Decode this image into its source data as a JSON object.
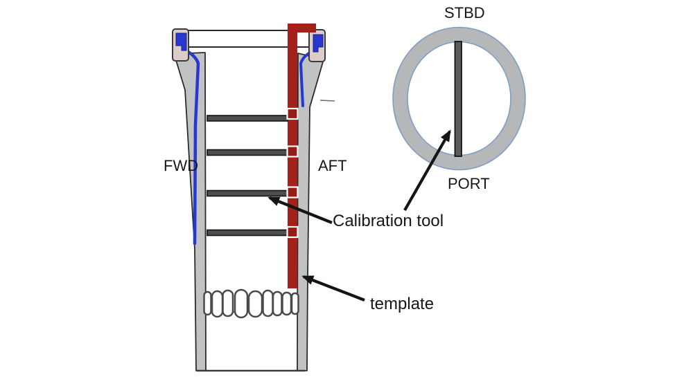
{
  "figure_labels": {
    "fwd": "FWD",
    "aft": "AFT",
    "stbd": "STBD",
    "port": "PORT"
  },
  "annotations": {
    "calibration_tool": "Calibration tool",
    "template": "template"
  },
  "counts": {
    "calibration_tool_bars": 4,
    "template_windows": 4,
    "rollers": 9
  },
  "colors": {
    "template_red": "#a32119",
    "template_window_red": "#941d15",
    "structure_gray": "#c1c2c4",
    "flange_beige": "#dccdc9",
    "seal_blue": "#2737cf",
    "calibration_bar_gray": "#4c4e50",
    "ring_gray": "#b5b7b9",
    "ring_outline_blue": "#7f9ec7",
    "top_bar_gray": "#595b5d",
    "arrow_black": "#141414"
  }
}
